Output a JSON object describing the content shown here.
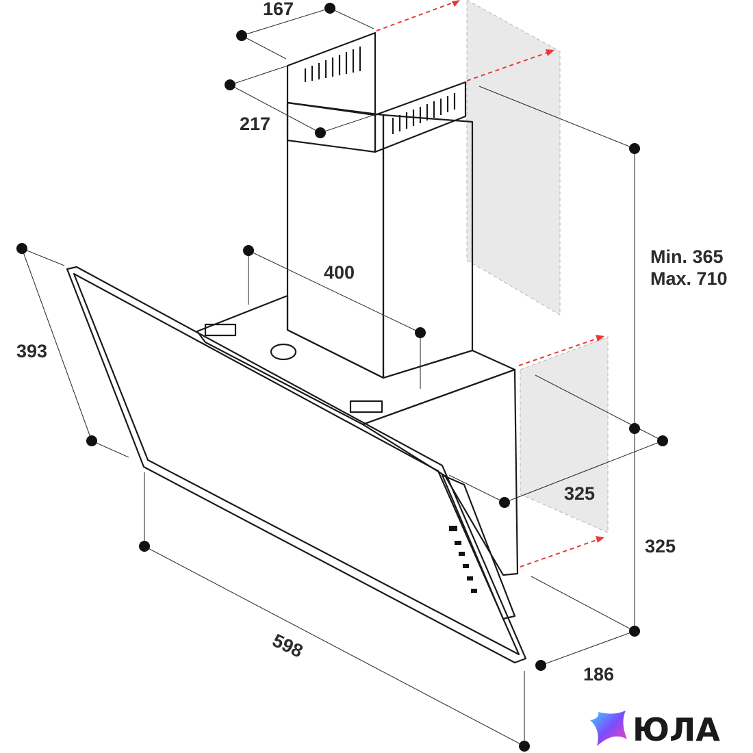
{
  "dimensions": {
    "chimney_width": "167",
    "chimney_depth": "217",
    "chimney_front": "400",
    "canopy_depth": "393",
    "height_range_min": "Min. 365",
    "height_range_max": "Max. 710",
    "wall_depth": "325",
    "wall_height": "325",
    "body_depth": "186",
    "canopy_width": "598"
  },
  "logo": {
    "text": "ЮЛА"
  },
  "colors": {
    "line": "#1a1a1a",
    "wall": "#e9e9e9",
    "arrow": "#e53935"
  }
}
